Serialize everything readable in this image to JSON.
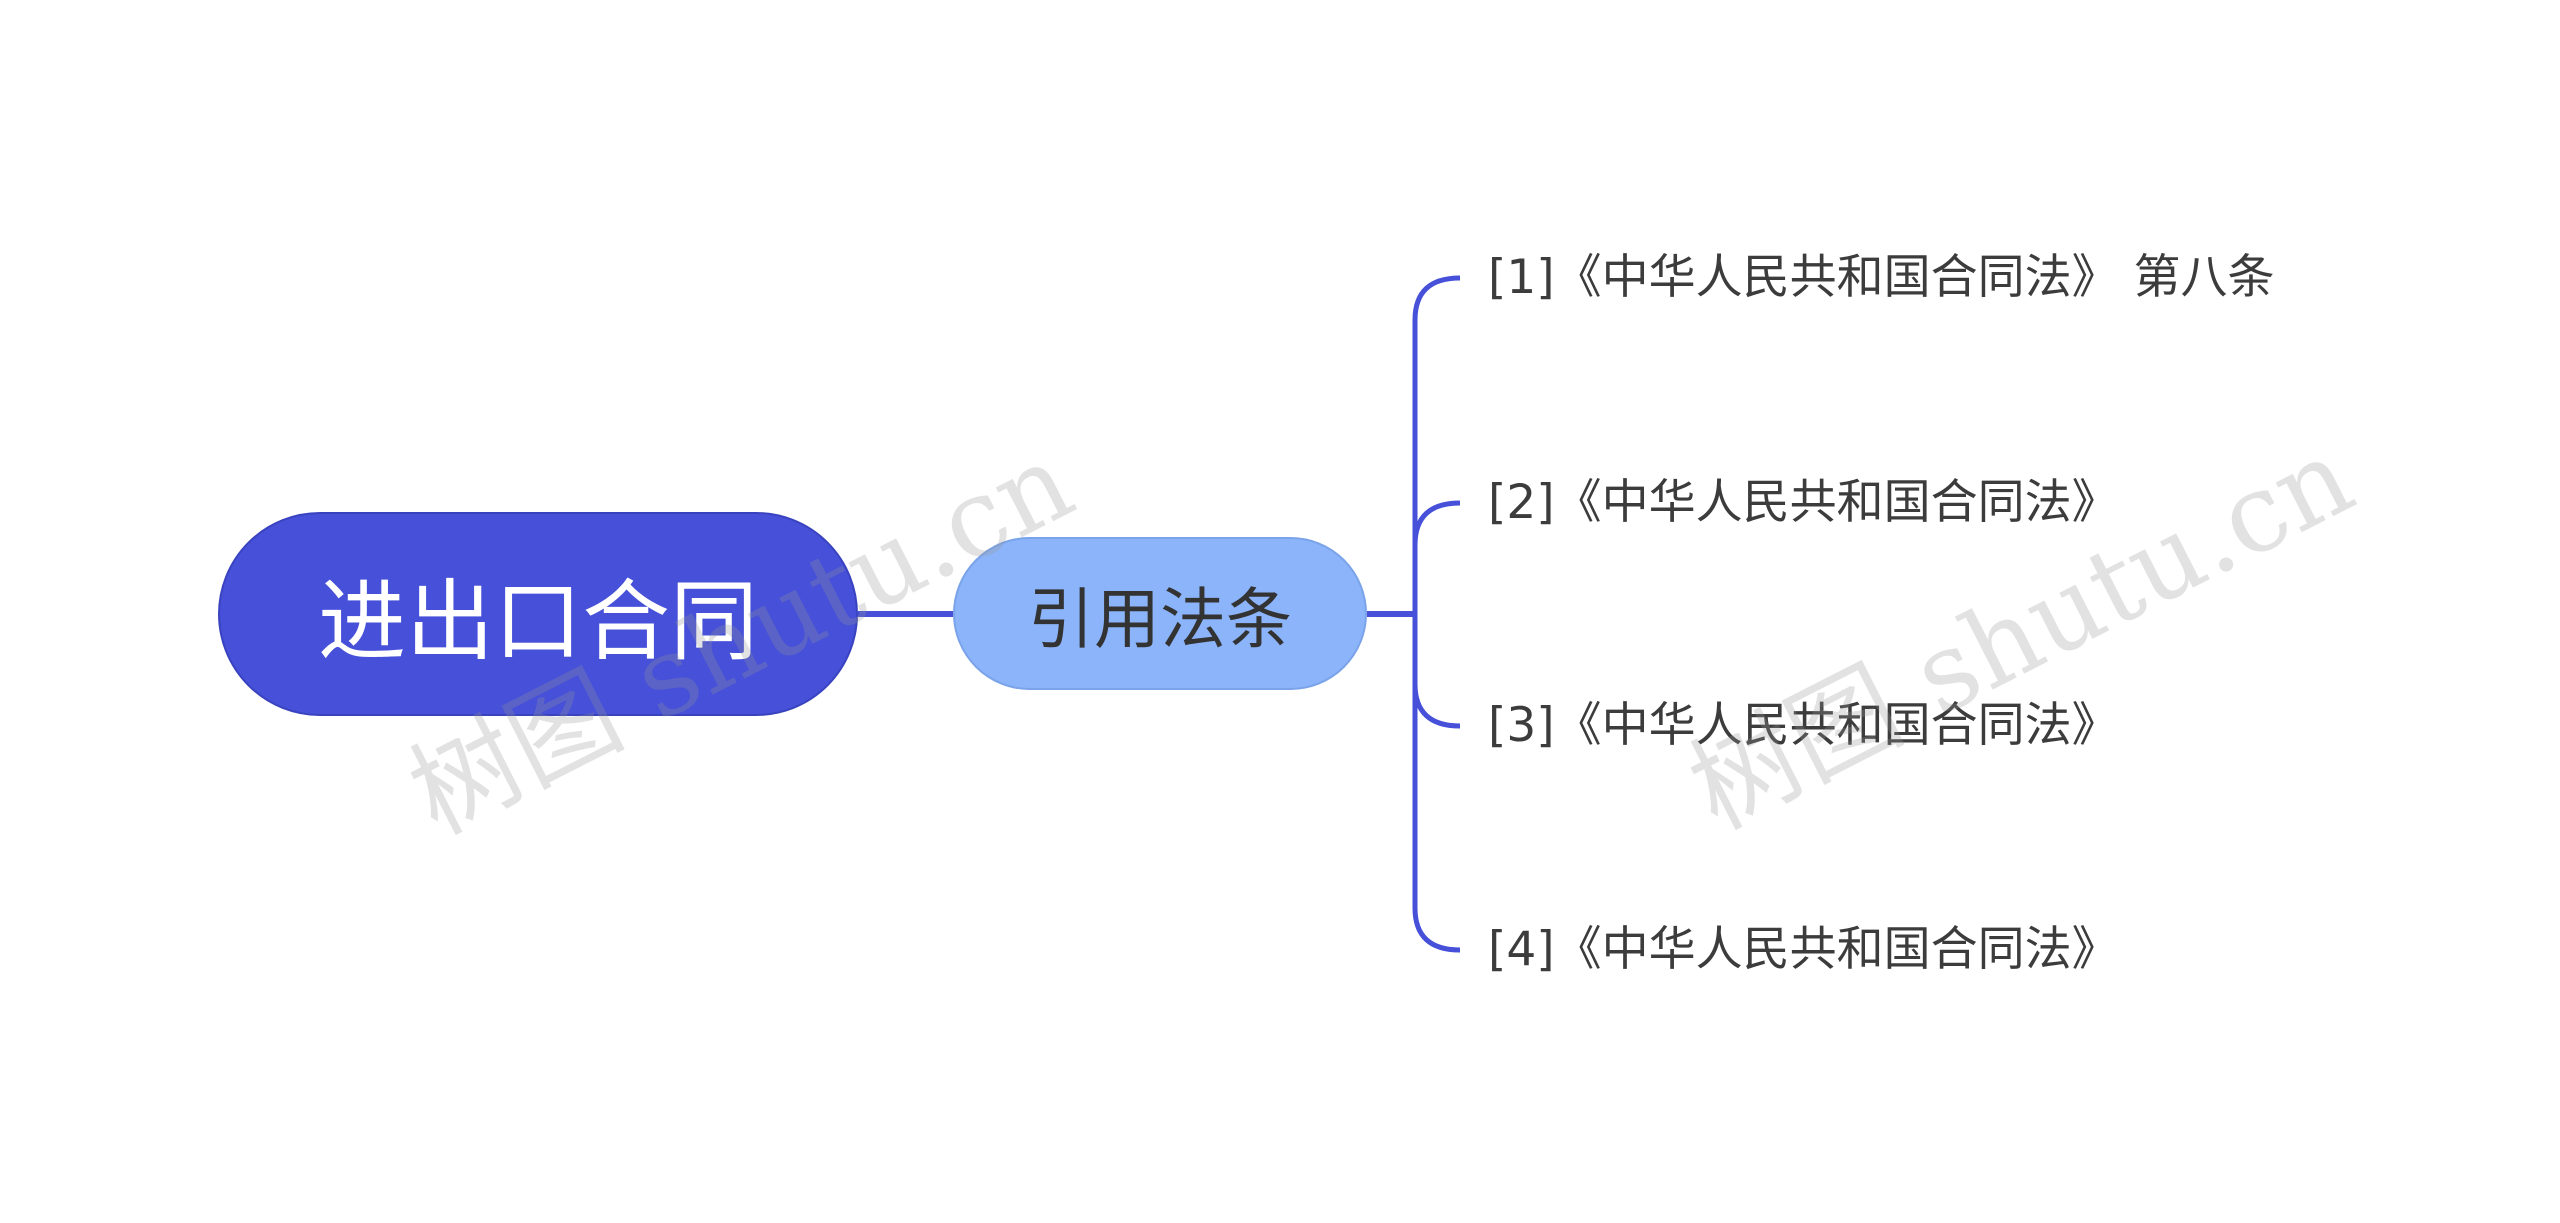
{
  "root": {
    "label": "进出口合同"
  },
  "branch": {
    "label": "引用法条"
  },
  "leaves": [
    {
      "label": "[1]《中华人民共和国合同法》 第八条"
    },
    {
      "label": "[2]《中华人民共和国合同法》"
    },
    {
      "label": "[3]《中华人民共和国合同法》"
    },
    {
      "label": "[4]《中华人民共和国合同法》"
    }
  ],
  "watermark": {
    "text": "树图 shutu.cn"
  },
  "colors": {
    "root_fill": "#4650d8",
    "branch_fill": "#8bb4fa",
    "connector": "#4650d8",
    "text_dark": "#3c3c3c"
  }
}
